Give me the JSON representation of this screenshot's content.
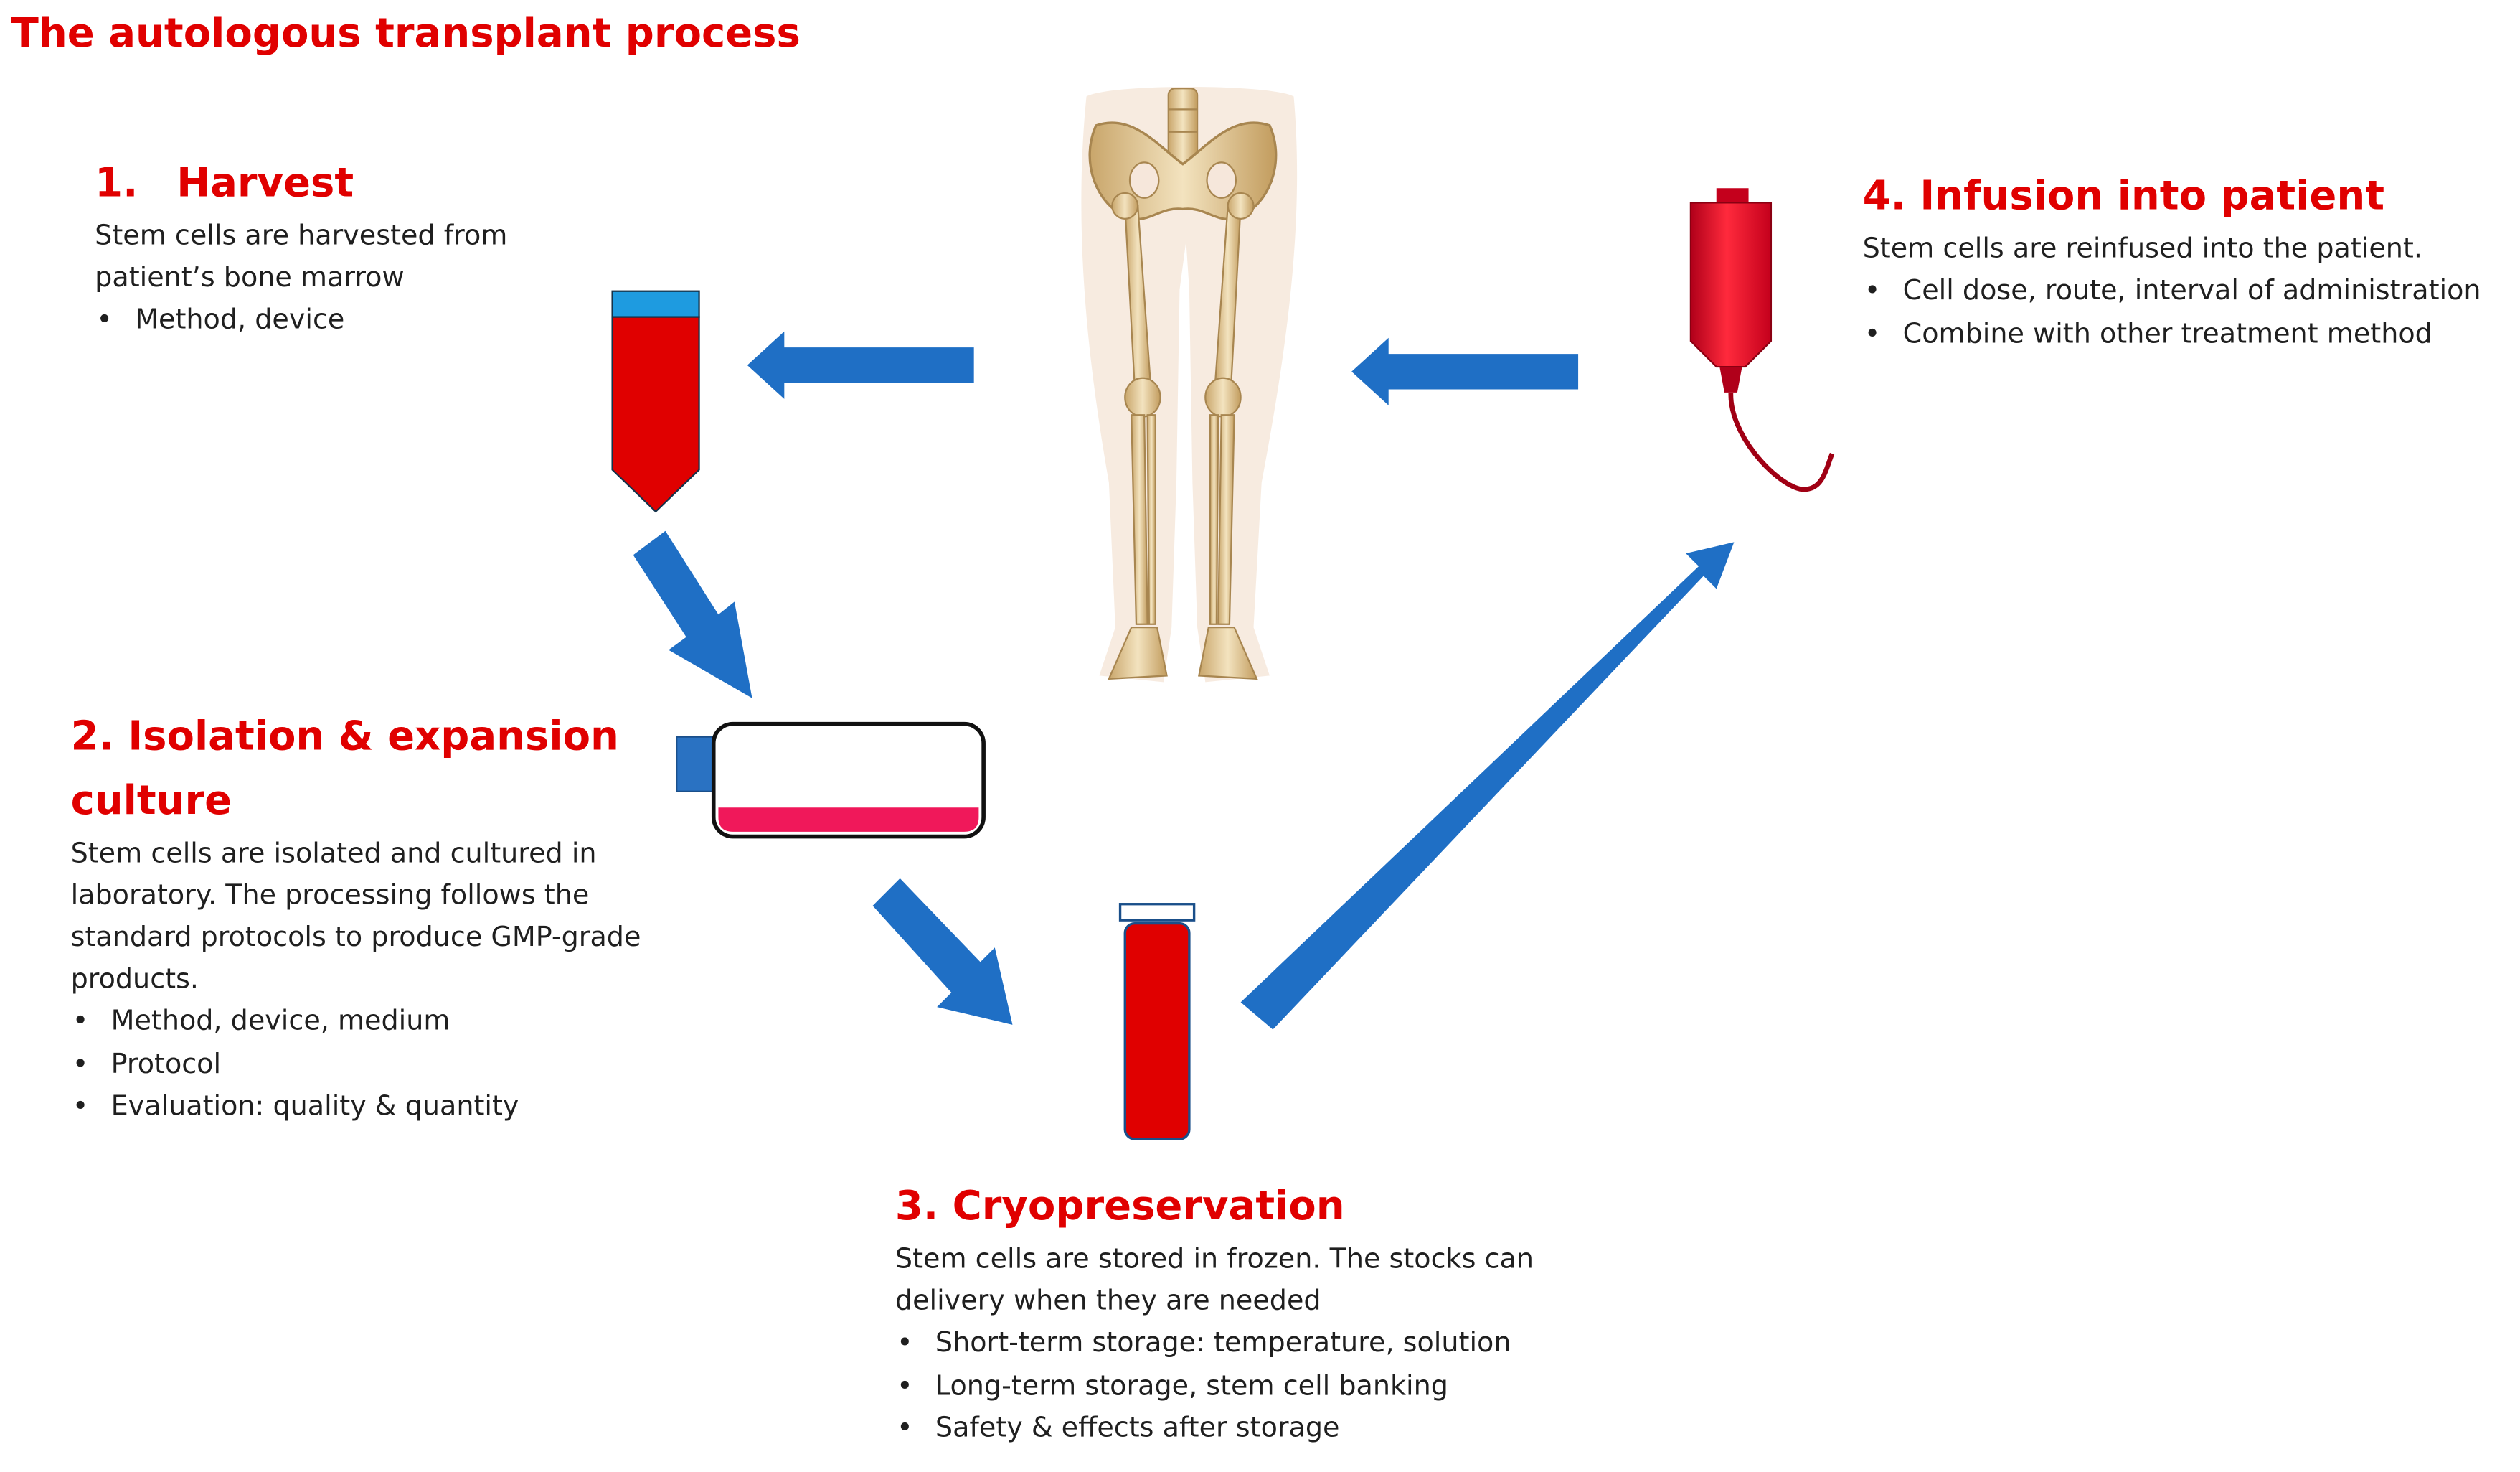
{
  "title": "The autologous transplant process",
  "steps": [
    {
      "heading": "Harvest",
      "number": "1.",
      "description": "Stem cells are harvested from patient’s bone marrow",
      "bullets": [
        "Method,  device"
      ]
    },
    {
      "heading": "2. Isolation & expansion culture",
      "description": "Stem cells are isolated and cultured in laboratory.  The processing follows the standard protocols to produce GMP-grade products.",
      "bullets": [
        "Method,  device, medium",
        "Protocol",
        "Evaluation: quality & quantity"
      ]
    },
    {
      "heading": "3. Cryopreservation",
      "description": "Stem cells are stored in frozen. The stocks can delivery when they are needed",
      "bullets": [
        "Short-term  storage: temperature,  solution",
        "Long-term  storage, stem cell banking",
        "Safety & effects after storage"
      ]
    },
    {
      "heading": "4. Infusion into patient",
      "description": "Stem cells are reinfused into the patient.",
      "bullets": [
        "Cell dose, route,  interval of administration",
        "Combine  with other  treatment method"
      ]
    }
  ],
  "icons": {
    "body": "leg-skeleton-icon",
    "harvest": "collection-tube-icon",
    "culture": "culture-flask-icon",
    "cryo": "cryovial-icon",
    "infusion": "iv-blood-bag-icon"
  },
  "colors": {
    "heading": "#e00000",
    "arrow": "#1f6fc5",
    "blood": "#e00000",
    "medium": "#f0185a",
    "cap": "#1e9be0"
  }
}
